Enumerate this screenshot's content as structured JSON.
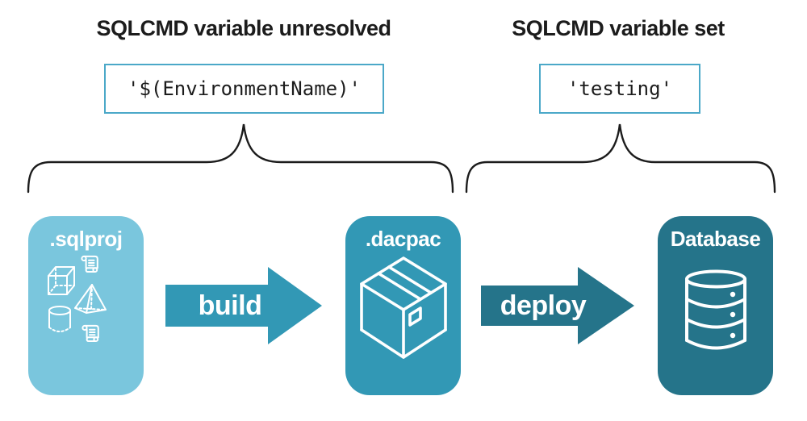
{
  "colors": {
    "light_blue": "#7AC6DD",
    "teal": "#3298B5",
    "dark_teal": "#25748A",
    "border": "#4BA8C8",
    "ink": "#1C1C1C"
  },
  "annotations": {
    "left": {
      "title": "SQLCMD variable unresolved",
      "value": "'$(EnvironmentName)'"
    },
    "right": {
      "title": "SQLCMD variable set",
      "value": "'testing'"
    }
  },
  "pipeline": {
    "stages": [
      {
        "label": ".sqlproj",
        "icon": "sql-source-objects-icons"
      },
      {
        "label": ".dacpac",
        "icon": "package-icon"
      },
      {
        "label": "Database",
        "icon": "database-icon"
      }
    ],
    "arrows": [
      {
        "label": "build"
      },
      {
        "label": "deploy"
      }
    ]
  }
}
